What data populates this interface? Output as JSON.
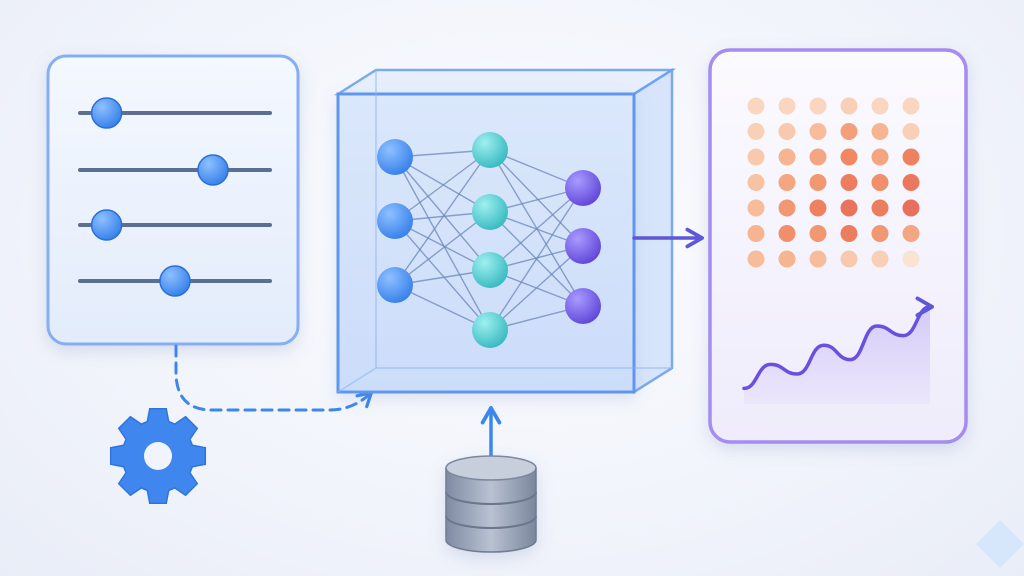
{
  "diagram": {
    "colors": {
      "blue": "#2f7be8",
      "blue_light": "#5a9bf0",
      "teal": "#39c1c6",
      "purple": "#6a4fe0",
      "panel_blue": "#7eaaf3",
      "panel_purple": "#a58cf0",
      "arrow_blue": "#3d86ea",
      "arrow_purple": "#5e57d6",
      "db": "#8c98ad",
      "dot_light": "#fbe3d4",
      "dot_mid": "#f6b892",
      "dot_strong": "#ef8560",
      "dot_red": "#e6645c"
    },
    "icons": {
      "config_panel": "sliders-icon",
      "settings": "gear-icon",
      "model": "neural-network-icon",
      "data": "database-icon",
      "output": "heatmap-chart-icon"
    },
    "sliders": [
      0.14,
      0.7,
      0.14,
      0.5
    ],
    "network": {
      "layers": [
        3,
        4,
        3
      ]
    },
    "output": {
      "heatmap": [
        [
          0.1,
          0.1,
          0.1,
          0.15,
          0.1,
          0.1
        ],
        [
          0.15,
          0.2,
          0.3,
          0.5,
          0.35,
          0.15
        ],
        [
          0.2,
          0.35,
          0.45,
          0.65,
          0.45,
          0.7
        ],
        [
          0.25,
          0.45,
          0.55,
          0.75,
          0.6,
          0.8
        ],
        [
          0.3,
          0.55,
          0.7,
          0.85,
          0.75,
          0.9
        ],
        [
          0.35,
          0.6,
          0.55,
          0.75,
          0.55,
          0.45
        ],
        [
          0.3,
          0.35,
          0.3,
          0.2,
          0.15,
          0.0
        ]
      ],
      "trend": [
        0.1,
        0.35,
        0.25,
        0.55,
        0.4,
        0.75,
        0.65,
        0.95
      ]
    }
  }
}
